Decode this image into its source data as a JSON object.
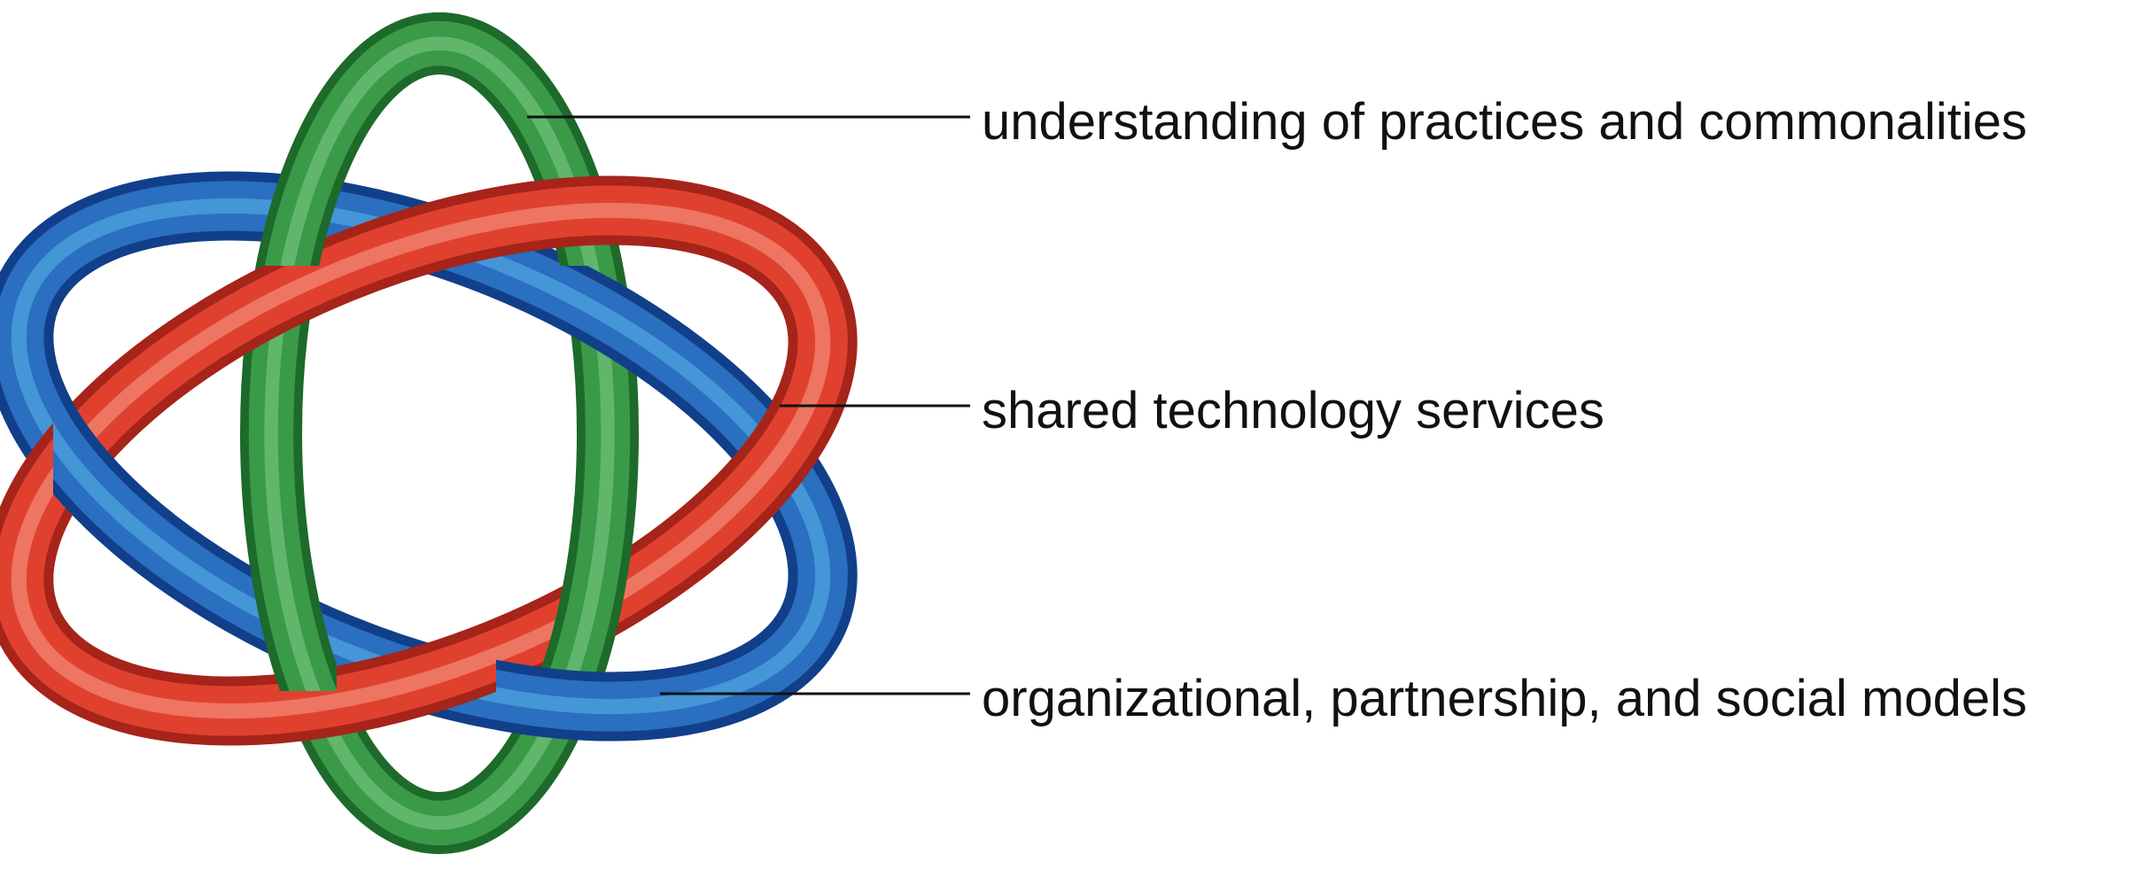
{
  "rings": [
    {
      "name": "green ring",
      "color": "#3a9a48",
      "highlight": "#7fd08a",
      "shadow": "#1d6a2b"
    },
    {
      "name": "blue ring",
      "color": "#2a6fc0",
      "highlight": "#5ab6e8",
      "shadow": "#123f8a"
    },
    {
      "name": "red ring",
      "color": "#e0412f",
      "highlight": "#f7a08c",
      "shadow": "#a6241a"
    }
  ],
  "labels": {
    "top": "understanding of practices and commonalities",
    "middle": "shared technology services",
    "bottom": "organizational, partnership, and social models"
  }
}
